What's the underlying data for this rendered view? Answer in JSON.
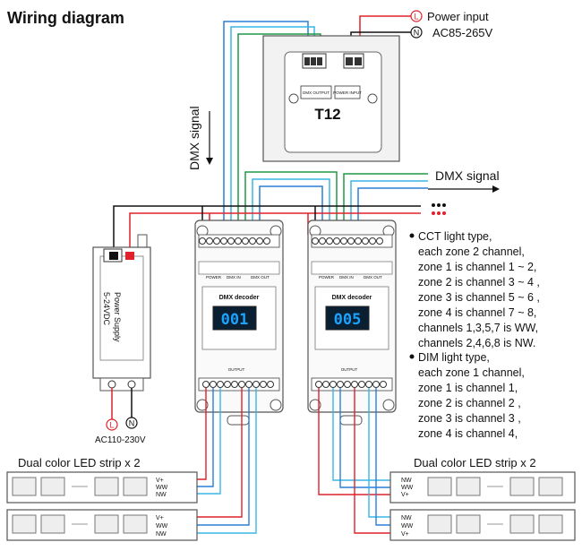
{
  "title": "Wiring diagram",
  "power_input": {
    "label": "Power input",
    "voltage": "AC85-265V",
    "L": "L",
    "N": "N"
  },
  "t12": {
    "name": "T12",
    "dmx_output_label": "DMX OUTPUT",
    "power_input_label": "POWER INPUT"
  },
  "dmx_signal_vertical": "DMX signal",
  "dmx_signal_out": "DMX signal",
  "power_supply": {
    "line1": "Power Supply",
    "line2": "5-24VDC",
    "L": "L",
    "N": "N",
    "ac": "AC110-230V"
  },
  "decoders": [
    {
      "label": "DMX decoder",
      "display": "001",
      "power": "POWER",
      "dmx_in": "DMX IN",
      "dmx_out": "DMX OUT",
      "output": "OUTPUT"
    },
    {
      "label": "DMX decoder",
      "display": "005",
      "power": "POWER",
      "dmx_in": "DMX IN",
      "dmx_out": "DMX OUT",
      "output": "OUTPUT"
    }
  ],
  "notes": {
    "cct": [
      "CCT light type,",
      "each zone 2 channel,",
      "zone 1 is channel 1 ~ 2,",
      "zone 2 is channel 3 ~ 4 ,",
      "zone 3 is channel 5 ~ 6 ,",
      "zone 4 is channel 7 ~ 8,",
      "channels 1,3,5,7 is WW,",
      "channels 2,4,6,8 is NW."
    ],
    "dim": [
      "DIM light type,",
      "each zone 1 channel,",
      "zone 1 is channel 1,",
      "zone 2 is channel 2 ,",
      "zone 3 is channel 3 ,",
      "zone 4 is channel 4,"
    ]
  },
  "strip_left": {
    "label": "Dual color LED strip x 2",
    "pins": [
      "V+",
      "WW",
      "NW"
    ]
  },
  "strip_right": {
    "label": "Dual color LED strip x 2",
    "pins": [
      "NW",
      "WW",
      "V+"
    ]
  },
  "colors": {
    "red": "#e0202a",
    "black": "#111111",
    "blue": "#2a7fd6",
    "cyan": "#39b6e6",
    "green": "#1f9a46",
    "display": "#1aa3ff"
  }
}
